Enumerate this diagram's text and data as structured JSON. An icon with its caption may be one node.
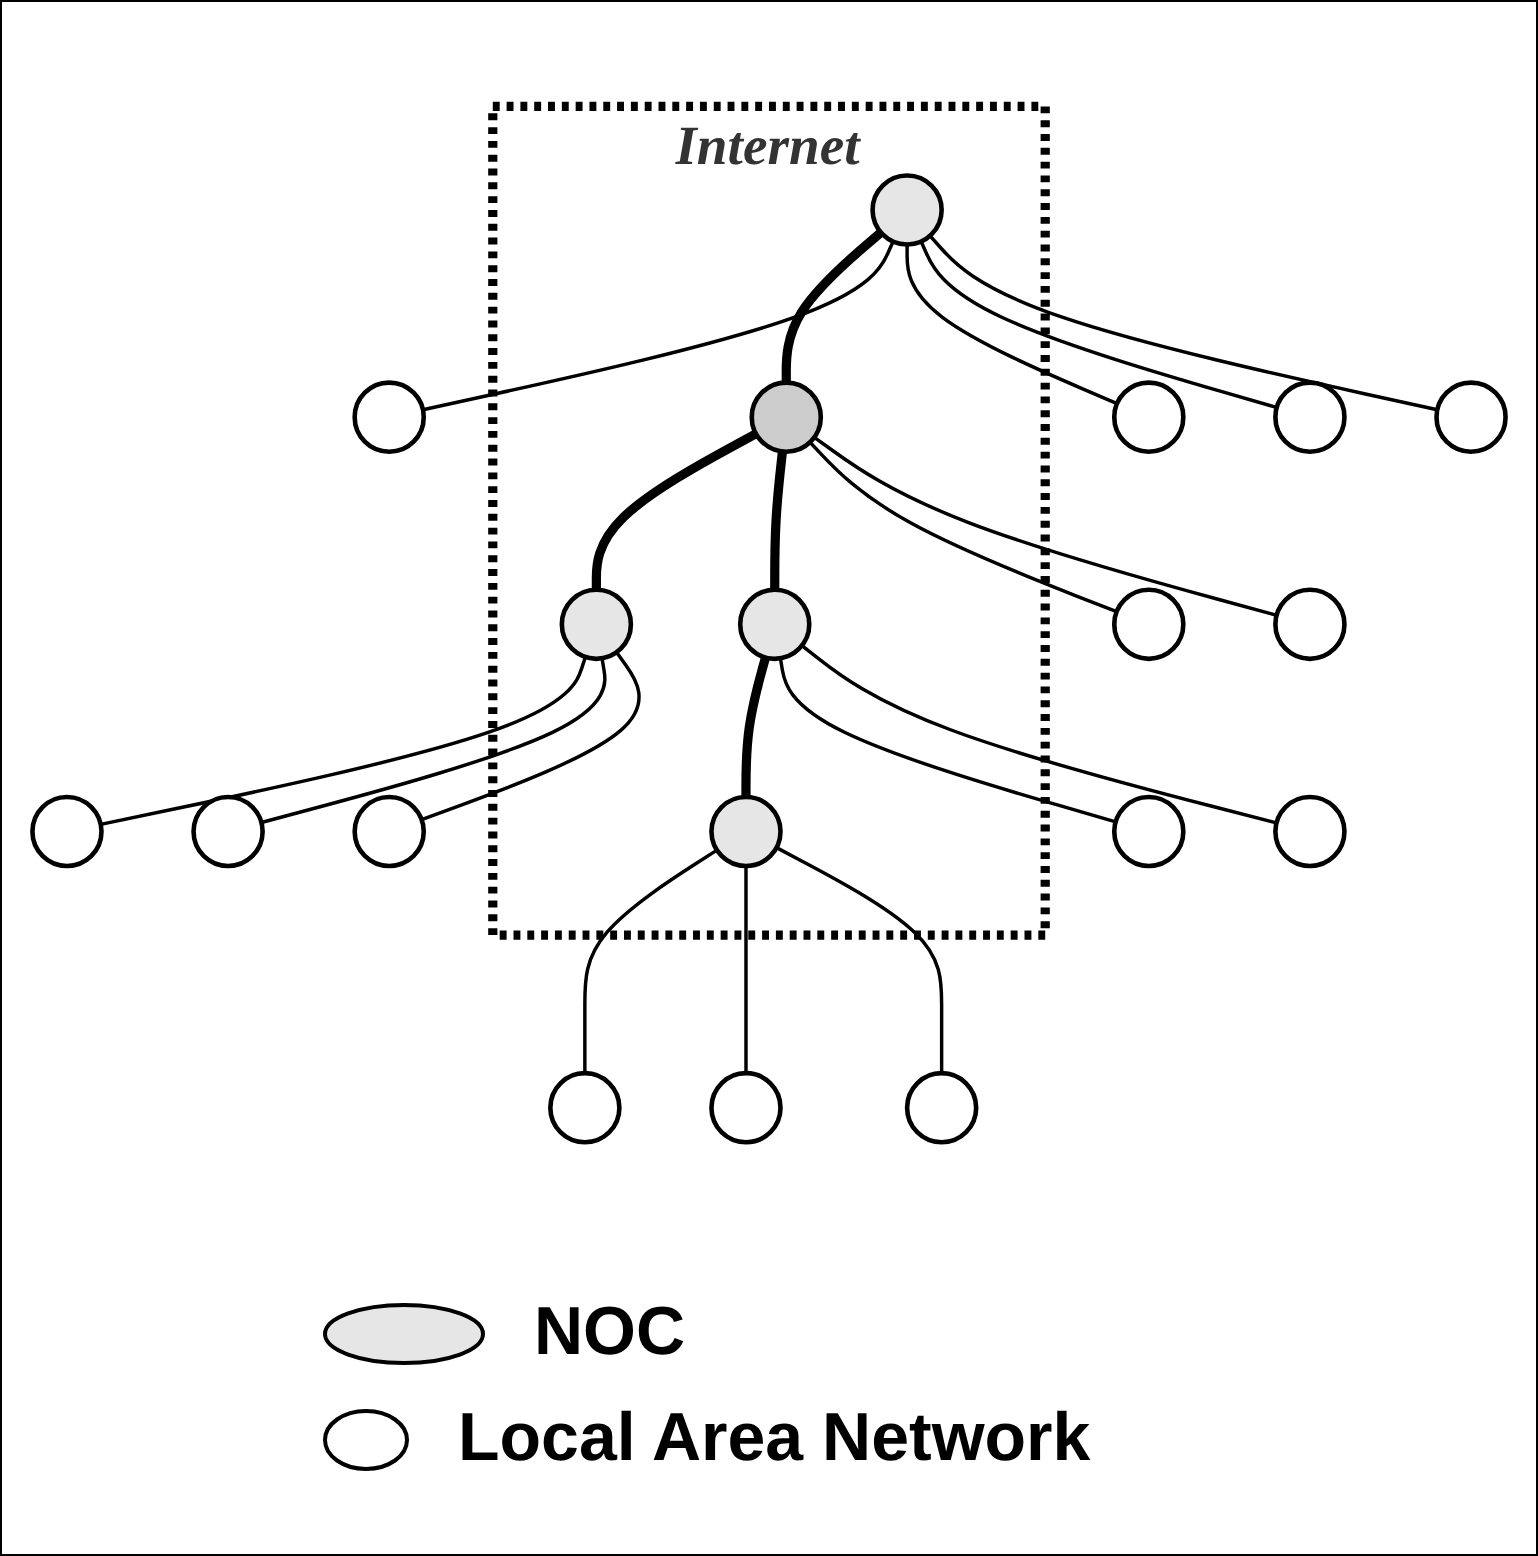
{
  "diagram": {
    "nodes": [
      {
        "text": [
          "Internet"
        ]
      },
      {
        "text": [],
        "shape": "ellipse",
        "in": 0
      },
      {
        "text": [],
        "shape": "ellipse",
        "in": 0
      },
      {
        "text": [],
        "shape": "ellipse",
        "in": 0
      },
      {
        "text": [],
        "shape": "ellipse",
        "in": 0
      },
      {
        "text": [],
        "shape": "ellipse",
        "in": 0
      },
      {
        "text": [],
        "shape": "ellipse"
      },
      {
        "text": [],
        "shape": "ellipse"
      },
      {
        "text": [],
        "shape": "ellipse"
      },
      {
        "text": [],
        "shape": "ellipse"
      },
      {
        "text": [],
        "shape": "ellipse"
      },
      {
        "text": [],
        "shape": "ellipse"
      },
      {
        "text": [],
        "shape": "ellipse"
      },
      {
        "text": [],
        "shape": "ellipse"
      },
      {
        "text": [],
        "shape": "ellipse"
      },
      {
        "text": [],
        "shape": "ellipse"
      },
      {
        "text": [],
        "shape": "ellipse"
      },
      {
        "text": [],
        "shape": "ellipse"
      },
      {
        "text": [],
        "shape": "ellipse"
      },
      {
        "text": [],
        "shape": "ellipse"
      }
    ],
    "edges": [
      {
        "from": 1,
        "to": 2,
        "arrow": "none",
        "style": "thick"
      },
      {
        "from": 2,
        "to": 3,
        "arrow": "none",
        "style": "thick"
      },
      {
        "from": 2,
        "to": 4,
        "arrow": "none",
        "style": "thick"
      },
      {
        "from": 4,
        "to": 5,
        "arrow": "none",
        "style": "thick"
      },
      {
        "from": 1,
        "to": 6,
        "arrow": "none"
      },
      {
        "from": 1,
        "to": 7,
        "arrow": "none"
      },
      {
        "from": 1,
        "to": 8,
        "arrow": "none"
      },
      {
        "from": 1,
        "to": 9,
        "arrow": "none"
      },
      {
        "from": 2,
        "to": 10,
        "arrow": "none"
      },
      {
        "from": 2,
        "to": 11,
        "arrow": "none"
      },
      {
        "from": 3,
        "to": 12,
        "arrow": "none"
      },
      {
        "from": 3,
        "to": 13,
        "arrow": "none"
      },
      {
        "from": 3,
        "to": 14,
        "arrow": "none"
      },
      {
        "from": 4,
        "to": 15,
        "arrow": "none"
      },
      {
        "from": 4,
        "to": 16,
        "arrow": "none"
      },
      {
        "from": 5,
        "to": 17,
        "arrow": "none"
      },
      {
        "from": 5,
        "to": 18,
        "arrow": "none"
      },
      {
        "from": 5,
        "to": 19,
        "arrow": "none"
      }
    ],
    "legend": [
      {
        "text": "NOC",
        "color": "#e6e6e6"
      },
      {
        "text": "Local Area Network"
      }
    ]
  }
}
